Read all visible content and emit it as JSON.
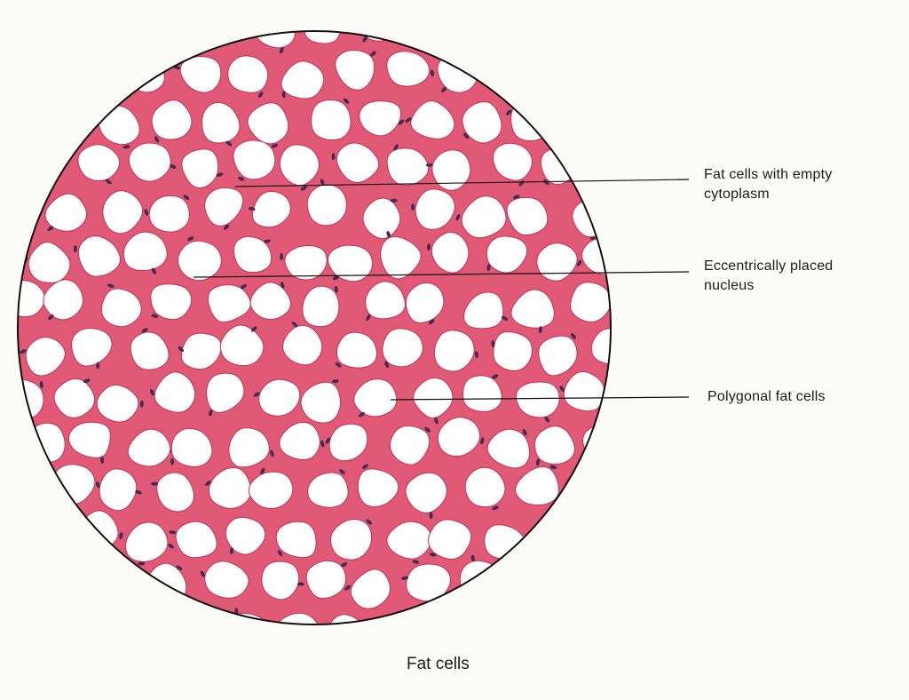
{
  "figure": {
    "caption": "Fat cells",
    "labels": [
      {
        "line1": "Fat cells with empty",
        "line2": "cytoplasm"
      },
      {
        "line1": "Eccentrically placed",
        "line2": "nucleus"
      },
      {
        "line1": "Polygonal fat cells",
        "line2": ""
      }
    ],
    "colors": {
      "stroma": "#e05a78",
      "cell": "#ffffff",
      "nucleus": "#4a2a55",
      "outline": "#111111"
    }
  }
}
